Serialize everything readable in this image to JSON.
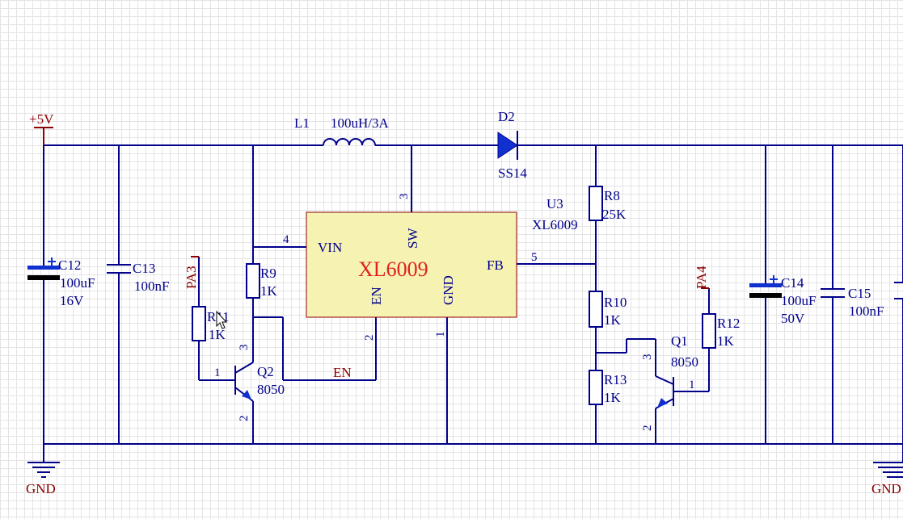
{
  "power": {
    "vcc": "+5V",
    "gnd": "GND"
  },
  "inductor": {
    "ref": "L1",
    "value": "100uH/3A"
  },
  "diode": {
    "ref": "D2",
    "part": "SS14"
  },
  "ic": {
    "ref": "U3",
    "part": "XL6009",
    "name": "XL6009",
    "pins": {
      "vin": "VIN",
      "sw": "SW",
      "fb": "FB",
      "en": "EN",
      "gnd": "GND"
    },
    "pin_numbers": {
      "vin": "4",
      "sw": "3",
      "fb": "5",
      "en": "2",
      "gnd": "1"
    }
  },
  "capacitors": [
    {
      "ref": "C12",
      "value": "100uF",
      "voltage": "16V"
    },
    {
      "ref": "C13",
      "value": "100nF"
    },
    {
      "ref": "C14",
      "value": "100uF",
      "voltage": "50V"
    },
    {
      "ref": "C15",
      "value": "100nF"
    }
  ],
  "resistors": [
    {
      "ref": "R11",
      "value": "1K"
    },
    {
      "ref": "R9",
      "value": "1K"
    },
    {
      "ref": "R8",
      "value": "25K"
    },
    {
      "ref": "R10",
      "value": "1K"
    },
    {
      "ref": "R13",
      "value": "1K"
    },
    {
      "ref": "R12",
      "value": "1K"
    }
  ],
  "transistors": [
    {
      "ref": "Q2",
      "part": "8050",
      "pins": {
        "b": "1",
        "c": "3",
        "e": "2"
      }
    },
    {
      "ref": "Q1",
      "part": "8050",
      "pins": {
        "b": "1",
        "c": "3",
        "e": "2"
      }
    }
  ],
  "nets": {
    "pa3": "PA3",
    "pa4": "PA4",
    "en": "EN"
  },
  "colors": {
    "wire": "#00008b",
    "net_label": "#8b0000",
    "ic_fill": "#f6f2b2",
    "ic_name": "#e02020",
    "grid": "#e4e4e4"
  }
}
